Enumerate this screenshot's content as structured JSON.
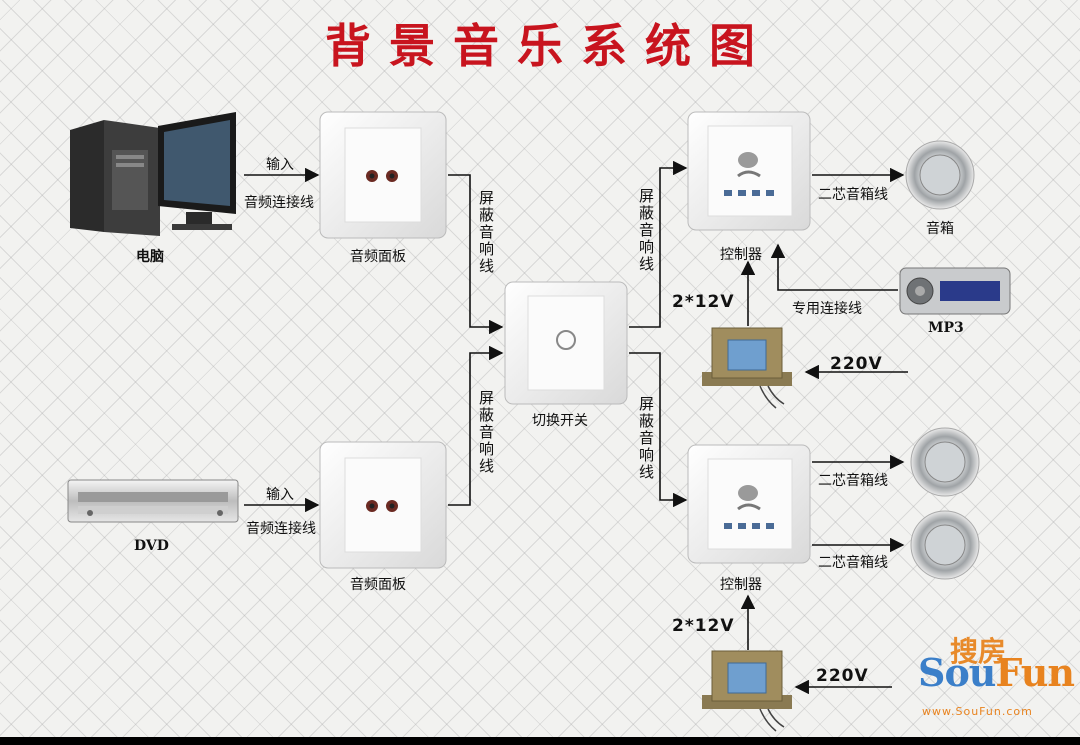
{
  "title": "背景音乐系统图",
  "devices": {
    "computer": "电脑",
    "dvd": "DVD",
    "panel_top": "音频面板",
    "panel_bottom": "音频面板",
    "switch": "切换开关",
    "controller_top": "控制器",
    "controller_bottom": "控制器",
    "speaker_top": "音箱",
    "mp3": "MP3"
  },
  "cables": {
    "input_top": "输入",
    "audio_cable_top": "音频连接线",
    "input_bottom": "输入",
    "audio_cable_bottom": "音频连接线",
    "shield_1": "屏蔽音响线",
    "shield_2": "屏蔽音响线",
    "shield_3": "屏蔽音响线",
    "shield_4": "屏蔽音响线",
    "speaker_wire_1": "二芯音箱线",
    "speaker_wire_2": "二芯音箱线",
    "speaker_wire_3": "二芯音箱线",
    "dedicated_cable": "专用连接线",
    "dc_top": "2*12V",
    "dc_bottom": "2*12V",
    "ac_top": "220V",
    "ac_bottom": "220V"
  },
  "logo": {
    "cn": "搜房",
    "sou": "Sou",
    "fun": "Fun",
    "url": "www.SouFun.com"
  },
  "icons": [
    "computer-icon",
    "dvd-player-icon",
    "audio-panel-icon",
    "switch-panel-icon",
    "controller-icon",
    "speaker-icon",
    "mp3-player-icon",
    "transformer-icon"
  ]
}
